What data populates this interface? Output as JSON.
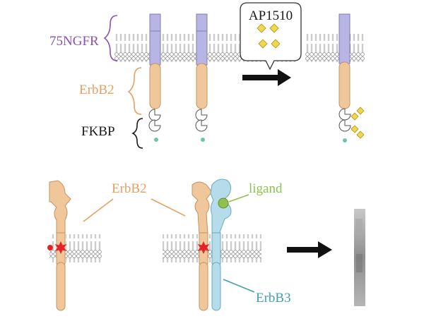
{
  "labels": {
    "p75ngfr": "75NGFR",
    "erbb2_top": "ErbB2",
    "fkbp": "FKBP",
    "drug_name": "AP1510",
    "erbb2_bottom": "ErbB2",
    "ligand": "ligand",
    "erbb3": "ErbB3"
  },
  "colors": {
    "p75ngfr": "#8b4fb0",
    "erbb2": "#e6a060",
    "ligand": "#8fc050",
    "erbb3": "#3fa0b8",
    "tm_domain": "#b8b4e4",
    "erbb2_body": "#efc79a",
    "erbb3_body": "#b6dcec",
    "drug": "#f0d84a",
    "phospho": "#e8202a"
  },
  "icons": [
    "drug-diamond-icon",
    "arrow-right-icon",
    "phospho-star-icon",
    "ligand-sphere-icon",
    "membrane-bilayer"
  ]
}
